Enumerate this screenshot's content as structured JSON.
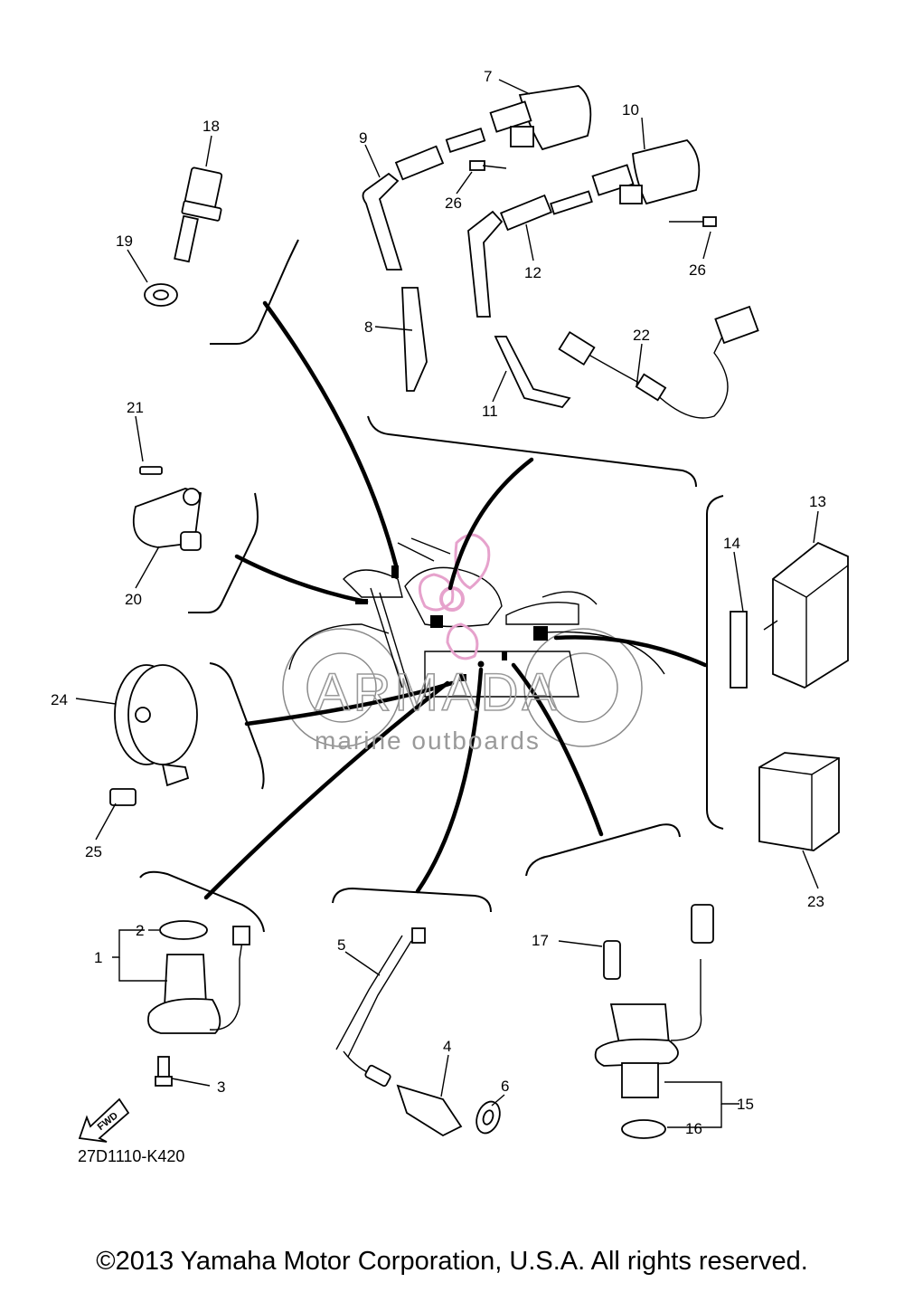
{
  "diagram": {
    "code": "27D1110-K420",
    "copyright": "©2013 Yamaha Motor Corporation, U.S.A. All rights reserved.",
    "fwd_label": "FWD",
    "watermark": {
      "brand": "ARMADA",
      "tagline": "marine outboards",
      "color": "#e6a2cc"
    },
    "callouts": {
      "c1": "1",
      "c2": "2",
      "c3": "3",
      "c4": "4",
      "c5": "5",
      "c6": "6",
      "c7": "7",
      "c8": "8",
      "c9": "9",
      "c10": "10",
      "c11": "11",
      "c12": "12",
      "c13": "13",
      "c14": "14",
      "c15": "15",
      "c16": "16",
      "c17": "17",
      "c18": "18",
      "c19": "19",
      "c20": "20",
      "c21": "21",
      "c22": "22",
      "c23": "23",
      "c24": "24",
      "c25": "25",
      "c26a": "26",
      "c26b": "26"
    }
  }
}
